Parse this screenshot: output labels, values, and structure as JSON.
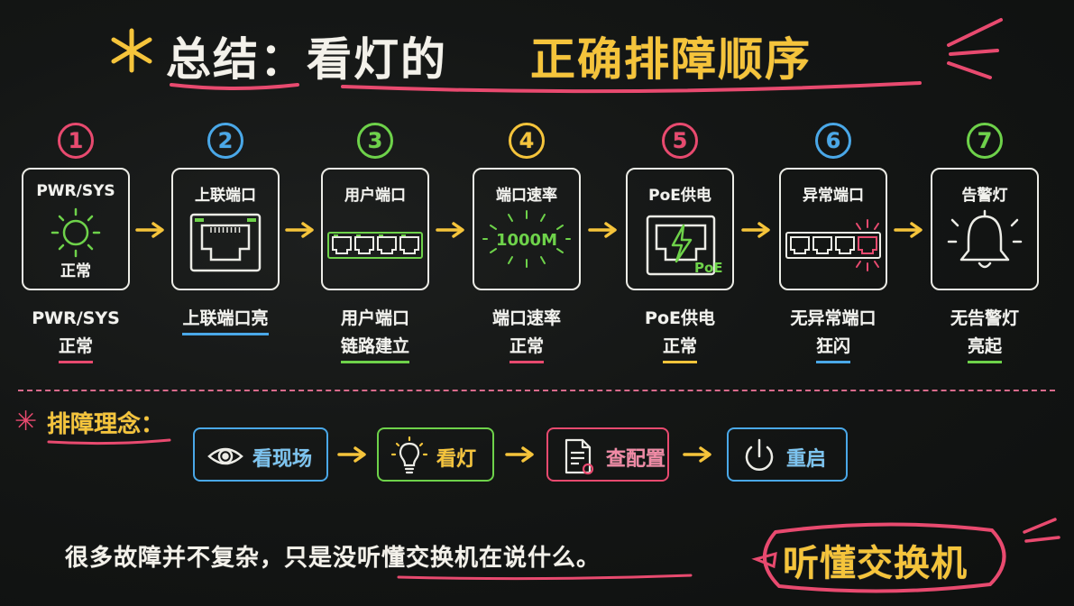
{
  "title": {
    "part1": "总结：看灯的",
    "part2": "正确排障顺序"
  },
  "colors": {
    "pink": "#e84a6f",
    "blue": "#4aa8e8",
    "green": "#6ed24a",
    "yellow": "#f5c43b",
    "white": "#f2f2ee"
  },
  "steps": [
    {
      "num": "1",
      "color": "#e84a6f",
      "box_label": "PWR/SYS",
      "box_sub": "正常",
      "icon": "sun-icon",
      "cap1": "PWR/SYS",
      "cap2": "正常",
      "ul_color": "#e84a6f",
      "ul_line": 2
    },
    {
      "num": "2",
      "color": "#4aa8e8",
      "box_label": "上联端口",
      "box_sub": "",
      "icon": "rj45-port-icon",
      "cap1": "上联端口亮",
      "cap2": "",
      "ul_color": "#4aa8e8",
      "ul_line": 1
    },
    {
      "num": "3",
      "color": "#6ed24a",
      "box_label": "用户端口",
      "box_sub": "",
      "icon": "multi-port-icon",
      "cap1": "用户端口",
      "cap2": "链路建立",
      "ul_color": "#6ed24a",
      "ul_line": 2
    },
    {
      "num": "4",
      "color": "#f5c43b",
      "box_label": "端口速率",
      "box_sub": "",
      "speed": "1000M",
      "icon": "speed-burst-icon",
      "cap1": "端口速率",
      "cap2": "正常",
      "ul_color": "#e84a6f",
      "ul_line": 2
    },
    {
      "num": "5",
      "color": "#e84a6f",
      "box_label": "PoE供电",
      "box_sub": "",
      "poe": "PoE",
      "icon": "poe-bolt-icon",
      "cap1": "PoE供电",
      "cap2": "正常",
      "ul_color": "#f5c43b",
      "ul_line": 2
    },
    {
      "num": "6",
      "color": "#4aa8e8",
      "box_label": "异常端口",
      "box_sub": "",
      "icon": "fault-port-icon",
      "cap1": "无异常端口",
      "cap2": "狂闪",
      "ul_color": "#4aa8e8",
      "ul_line": 2
    },
    {
      "num": "7",
      "color": "#6ed24a",
      "box_label": "告警灯",
      "box_sub": "",
      "icon": "alarm-bell-icon",
      "cap1": "无告警灯",
      "cap2": "亮起",
      "ul_color": "#6ed24a",
      "ul_line": 2
    }
  ],
  "philosophy": {
    "label": "排障理念：",
    "items": [
      {
        "text": "看现场",
        "icon": "eye-icon",
        "color": "#4aa8e8",
        "text_color": "#7cc4f0"
      },
      {
        "text": "看灯",
        "icon": "lightbulb-icon",
        "color": "#6ed24a",
        "text_color": "#f5c43b"
      },
      {
        "text": "查配置",
        "icon": "config-doc-icon",
        "color": "#e84a6f",
        "text_color": "#f08aa5"
      },
      {
        "text": "重启",
        "icon": "power-icon",
        "color": "#4aa8e8",
        "text_color": "#7cc4f0"
      }
    ]
  },
  "bottom": {
    "text": "很多故障并不复杂，只是没听懂交换机在说什么。",
    "bubble": "听懂交换机"
  }
}
